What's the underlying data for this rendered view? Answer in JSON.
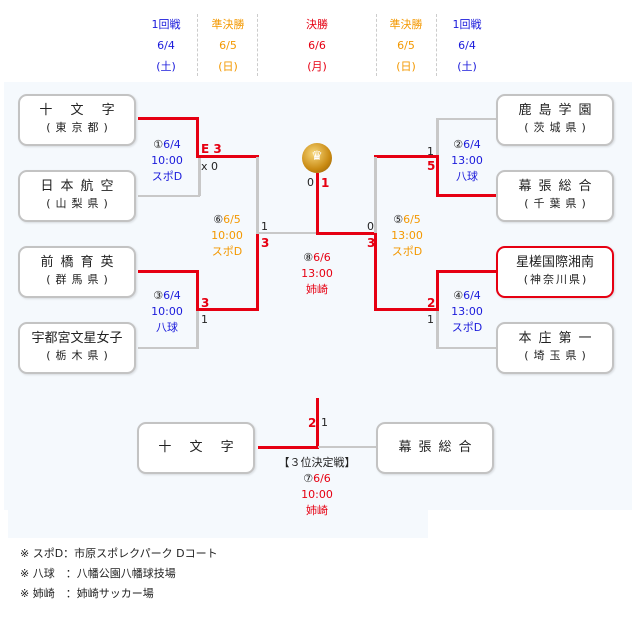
{
  "header": {
    "columns": [
      {
        "round": "1回戦",
        "date": "6/4",
        "day": "(土)",
        "color": "#1a1adb"
      },
      {
        "round": "準決勝",
        "date": "6/5",
        "day": "(日)",
        "color": "#f39800"
      },
      {
        "round": "決勝",
        "date": "6/6",
        "day": "(月)",
        "color": "#e60012"
      },
      {
        "round": "準決勝",
        "date": "6/5",
        "day": "(日)",
        "color": "#f39800"
      },
      {
        "round": "1回戦",
        "date": "6/4",
        "day": "(土)",
        "color": "#1a1adb"
      }
    ]
  },
  "teams": {
    "left": [
      {
        "name": "十 文 字",
        "pref": "(東京都)"
      },
      {
        "name": "日本航空",
        "pref": "(山梨県)"
      },
      {
        "name": "前橋育英",
        "pref": "(群馬県)"
      },
      {
        "name": "宇都宮文星女子",
        "pref": "(栃木県)"
      }
    ],
    "right": [
      {
        "name": "鹿島学園",
        "pref": "(茨城県)"
      },
      {
        "name": "幕張総合",
        "pref": "(千葉県)"
      },
      {
        "name": "星槎国際湘南",
        "pref": "(神奈川県)"
      },
      {
        "name": "本庄第一",
        "pref": "(埼玉県)"
      }
    ],
    "third_place": [
      {
        "name": "十 文 字"
      },
      {
        "name": "幕張総合"
      }
    ]
  },
  "matches": {
    "m1": {
      "num": "①",
      "date": "6/4",
      "time": "10:00",
      "venue": "スポD",
      "top_score": "E 3",
      "bottom_score": "x 0"
    },
    "m2": {
      "num": "②",
      "date": "6/4",
      "time": "13:00",
      "venue": "八球",
      "top_score": "1",
      "bottom_score": "5"
    },
    "m3": {
      "num": "③",
      "date": "6/4",
      "time": "10:00",
      "venue": "八球",
      "top_score": "3",
      "bottom_score": "1"
    },
    "m4": {
      "num": "④",
      "date": "6/4",
      "time": "13:00",
      "venue": "スポD",
      "top_score": "2",
      "bottom_score": "1"
    },
    "m5": {
      "num": "⑤",
      "date": "6/5",
      "time": "13:00",
      "venue": "スポD",
      "top_score": "0",
      "bottom_score": "3"
    },
    "m6": {
      "num": "⑥",
      "date": "6/5",
      "time": "10:00",
      "venue": "スポD",
      "top_score": "1",
      "bottom_score": "3"
    },
    "m7": {
      "label": "【３位決定戦】",
      "num": "⑦",
      "date": "6/6",
      "time": "10:00",
      "venue": "姉崎",
      "left_score": "2",
      "right_score": "1"
    },
    "m8": {
      "num": "⑧",
      "date": "6/6",
      "time": "13:00",
      "venue": "姉崎",
      "left_score": "0",
      "right_score": "1"
    }
  },
  "champion_icon": "crown-icon",
  "notes": [
    "※ スポD：市原スポレクパーク Dコート",
    "※ 八球　：八幡公園八幡球技場",
    "※ 姉崎　：姉崎サッカー場"
  ]
}
